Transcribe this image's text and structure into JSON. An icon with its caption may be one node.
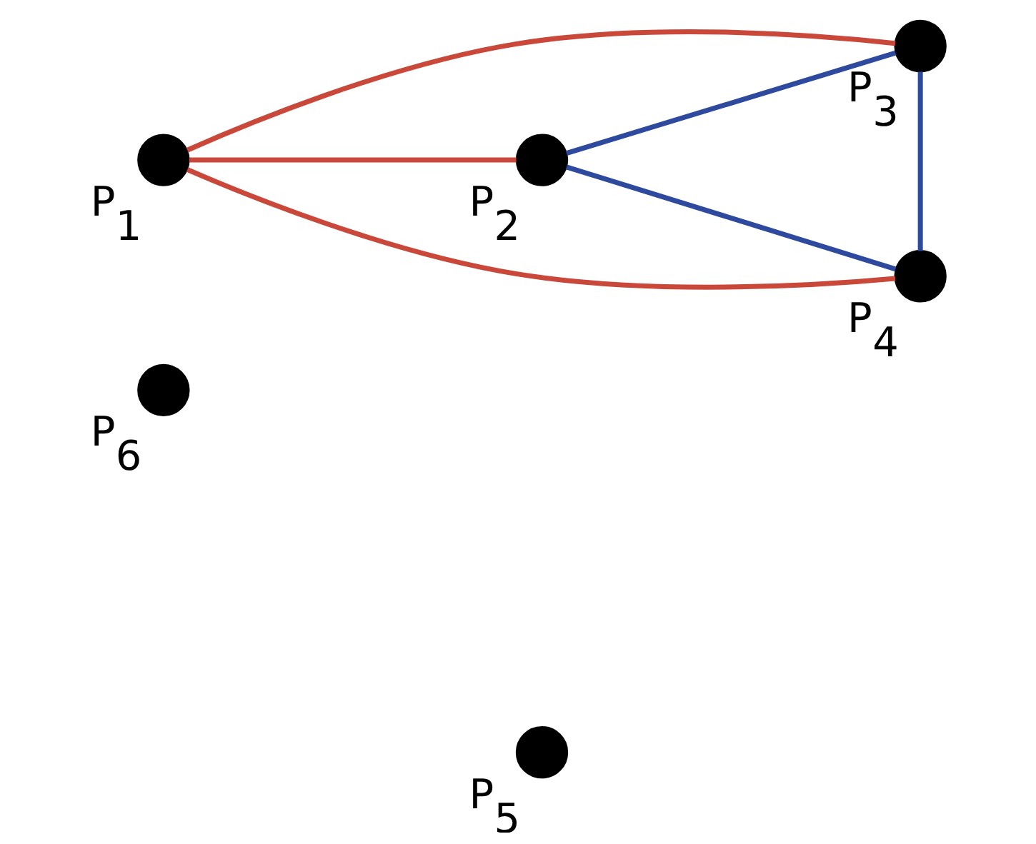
{
  "diagram": {
    "nodes": [
      {
        "text": [],
        "shape": "circle",
        "beside": [
          "P$_{2}$"
        ]
      },
      {
        "text": [],
        "shape": "circle",
        "beside": [
          "P$_{3}$"
        ]
      },
      {
        "text": [],
        "shape": "circle",
        "beside": [
          "P$_{1}$"
        ]
      },
      {
        "text": [],
        "shape": "circle",
        "beside": [
          "P$_{4}$"
        ]
      },
      {
        "text": [],
        "shape": "circle",
        "beside": [
          "P$_{6}$"
        ]
      },
      {
        "text": [],
        "shape": "circle",
        "beside": [
          "P$_{5}$"
        ]
      }
    ],
    "edges": [
      {
        "from": 2,
        "to": 0,
        "arrow": "none",
        "color": "#c9483a"
      },
      {
        "from": 2,
        "to": 1,
        "arrow": "none",
        "color": "#c9483a"
      },
      {
        "from": 2,
        "to": 3,
        "arrow": "none",
        "color": "#c9483a"
      },
      {
        "from": 0,
        "to": 1,
        "arrow": "none",
        "color": "#2e4a9e"
      },
      {
        "from": 0,
        "to": 3,
        "arrow": "none",
        "color": "#2e4a9e"
      },
      {
        "from": 1,
        "to": 3,
        "arrow": "none",
        "color": "#2e4a9e"
      }
    ]
  }
}
